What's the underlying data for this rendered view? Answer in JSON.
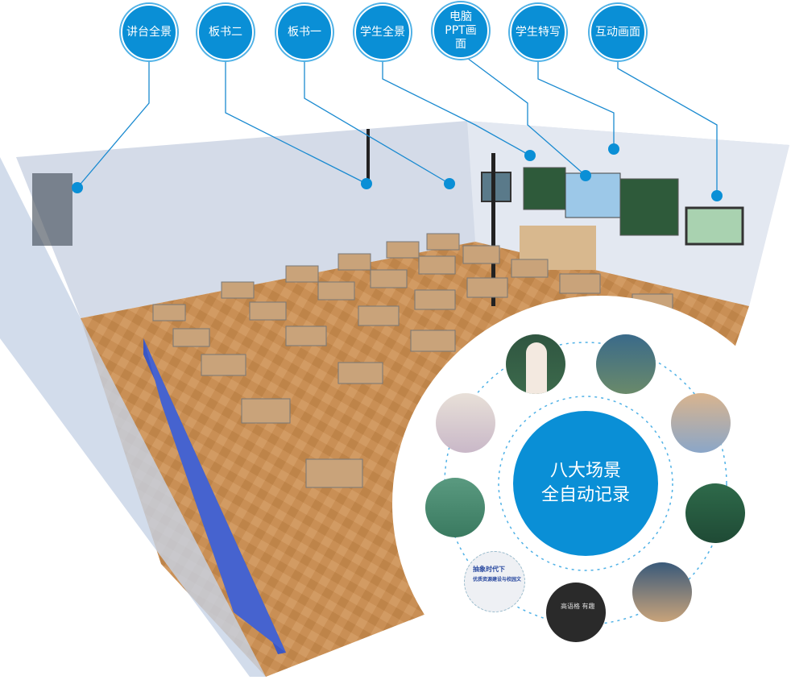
{
  "camera_labels": [
    {
      "label": "讲台全景"
    },
    {
      "label": "板书二"
    },
    {
      "label": "板书一"
    },
    {
      "label": "学生全景"
    },
    {
      "label": "电脑PPT画面"
    },
    {
      "label": "学生特写"
    },
    {
      "label": "互动画面"
    }
  ],
  "center": {
    "line1": "八大场景",
    "line2": "全自动记录"
  },
  "slide_photo": {
    "title_line1": "抽象时代下",
    "title_line2": "优质资源建设与校园文"
  },
  "lecture_photo": {
    "text": "高语格 有趣"
  },
  "colors": {
    "accent": "#0a8fd6",
    "floor": "#c98f55",
    "wall": "#cfd6e6"
  }
}
